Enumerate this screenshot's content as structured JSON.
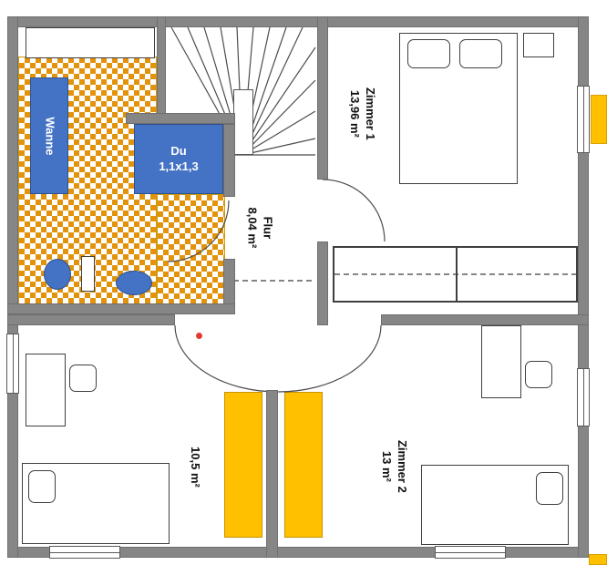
{
  "labels": {
    "wanne": "Wanne",
    "shower": "Du\n1,1x1,3",
    "flur": "Flur\n8,04 m²",
    "zimmer1": "Zimmer 1\n13,96 m²",
    "zimmer2": "Zimmer 2\n13 m²",
    "room_small": "10,5 m²"
  },
  "colors": {
    "wall": "#868686",
    "fixture-blue": "#4472c4",
    "fixture-blue-border": "#2f528f",
    "tile-orange": "#e2930b",
    "wardrobe-orange": "#ffc000",
    "line": "#4d4d4d",
    "red-dot": "#e03c31"
  }
}
